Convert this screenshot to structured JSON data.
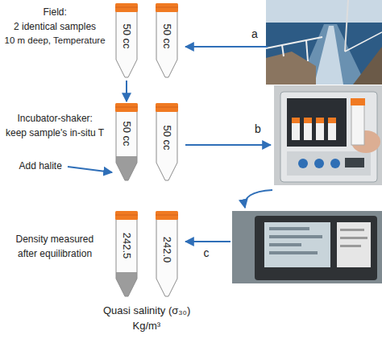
{
  "diagram": {
    "nodes": [
      {
        "text": [
          "50 cc"
        ]
      },
      {
        "text": [
          "50 cc"
        ]
      },
      {
        "text": [
          "50 cc"
        ]
      },
      {
        "text": [
          "50 cc"
        ]
      },
      {
        "text": [
          "242.5"
        ]
      },
      {
        "text": [
          "242.0"
        ]
      }
    ],
    "edges": [
      {
        "from": 0,
        "to": 2,
        "arrow": "to"
      }
    ],
    "labels": [
      "Field:",
      "2 identical samples",
      "10 m deep, Temperature",
      "a",
      "Incubator-shaker:",
      "keep sample's in-situ T",
      "Add halite",
      "b",
      "Density measured",
      "after equilibration",
      "c",
      "Quasi salinity (σ₃₀)",
      "Kg/m³"
    ]
  }
}
